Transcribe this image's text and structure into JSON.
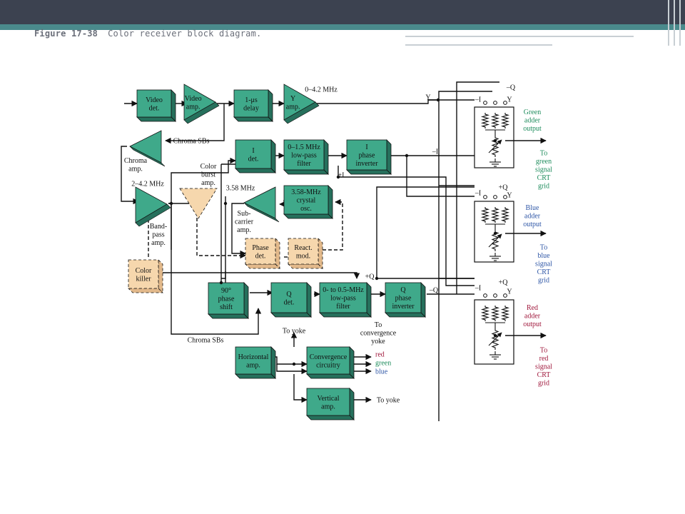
{
  "slide": {
    "figure_number": "Figure 17-38",
    "figure_title": "Color receiver block diagram."
  },
  "colors": {
    "block_front": "#3fa98a",
    "block_side": "#26705c",
    "dashed_block": "#f6d7ad",
    "green_text": "#1e8c5c",
    "blue_text": "#2e56a6",
    "red_text": "#a0183c"
  },
  "blocks": {
    "video_det": [
      "Video",
      "det."
    ],
    "video_amp": [
      "Video",
      "amp."
    ],
    "delay": [
      "1-μs",
      "delay"
    ],
    "y_amp": [
      "Y",
      "amp."
    ],
    "i_det": [
      "I",
      "det."
    ],
    "i_lpf": [
      "0–1.5 MHz",
      "low-pass",
      "filter"
    ],
    "i_inv": [
      "I",
      "phase",
      "inverter"
    ],
    "osc": [
      "3.58-MHz",
      "crystal",
      "osc."
    ],
    "phase_det": [
      "Phase",
      "det."
    ],
    "react_mod": [
      "React.",
      "mod."
    ],
    "color_killer": [
      "Color",
      "killer"
    ],
    "phase_shift": [
      "90°",
      "phase",
      "shift"
    ],
    "q_det": [
      "Q",
      "det."
    ],
    "q_lpf": [
      "0- to 0.5-MHz",
      "low-pass",
      "filter"
    ],
    "q_inv": [
      "Q",
      "phase",
      "inverter"
    ],
    "horiz_amp": [
      "Horizontal",
      "amp."
    ],
    "convergence": [
      "Convergence",
      "circuitry"
    ],
    "vert_amp": [
      "Vertical",
      "amp."
    ]
  },
  "labels": {
    "y_bandwidth": "0–4.2 MHz",
    "chroma_sbs_top": "Chroma SBs",
    "chroma_amp": [
      "Chroma",
      "amp."
    ],
    "color_burst_amp": [
      "Color",
      "burst",
      "amp."
    ],
    "bandpass_freq": "2–4.2 MHz",
    "bandpass_amp": [
      "Band-",
      "pass",
      "amp."
    ],
    "subcarrier_freq": "3.58 MHz",
    "subcarrier_amp": [
      "Sub-",
      "carrier",
      "amp."
    ],
    "chroma_sbs_bottom": "Chroma SBs",
    "to_yoke_top": "To yoke",
    "to_yoke_bottom": "To yoke",
    "to_convergence_yoke": [
      "To",
      "convergence",
      "yoke"
    ],
    "conv_red": "red",
    "conv_green": "green",
    "conv_blue": "blue",
    "y": "Y",
    "minus_i": "–I",
    "plus_i": "+I",
    "minus_q": "–Q",
    "plus_q": "+Q",
    "green_adder": [
      "Green",
      "adder",
      "output"
    ],
    "blue_adder": [
      "Blue",
      "adder",
      "output"
    ],
    "red_adder": [
      "Red",
      "adder",
      "output"
    ],
    "to_green": [
      "To",
      "green",
      "signal",
      "CRT",
      "grid"
    ],
    "to_blue": [
      "To",
      "blue",
      "signal",
      "CRT",
      "grid"
    ],
    "to_red": [
      "To",
      "red",
      "signal",
      "CRT",
      "grid"
    ]
  }
}
